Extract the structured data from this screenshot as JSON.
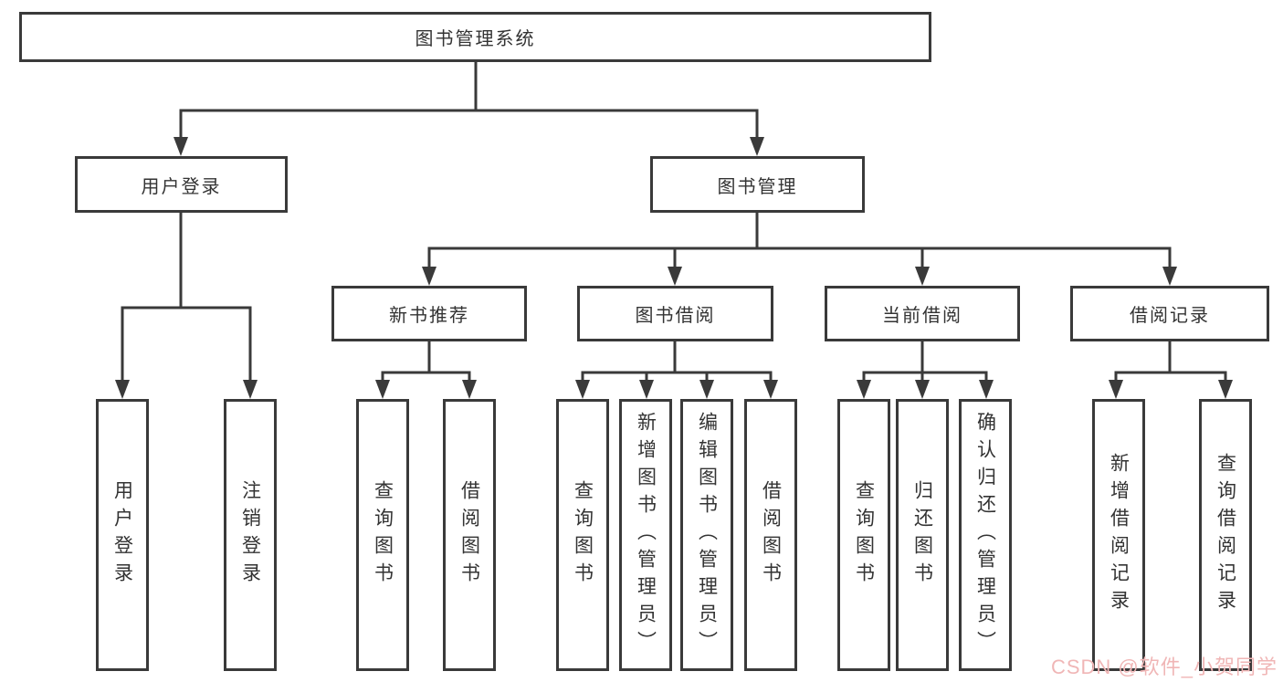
{
  "colors": {
    "line": "#3a3a3a",
    "text": "#333333",
    "background": "#ffffff",
    "watermark": "#f0b6b6"
  },
  "tree": {
    "root_label": "图书管理系统",
    "branches": [
      {
        "label": "用户登录",
        "leaves": [
          "用户登录",
          "注销登录"
        ]
      },
      {
        "label": "图书管理",
        "groups": [
          {
            "label": "新书推荐",
            "leaves": [
              "查询图书",
              "借阅图书"
            ]
          },
          {
            "label": "图书借阅",
            "leaves": [
              "查询图书",
              "新增图书（管理员）",
              "编辑图书（管理员）",
              "借阅图书"
            ]
          },
          {
            "label": "当前借阅",
            "leaves": [
              "查询图书",
              "归还图书",
              "确认归还（管理员）"
            ]
          },
          {
            "label": "借阅记录",
            "leaves": [
              "新增借阅记录",
              "查询借阅记录"
            ]
          }
        ]
      }
    ]
  },
  "watermark": {
    "text": "CSDN @软件_小贺同学"
  }
}
